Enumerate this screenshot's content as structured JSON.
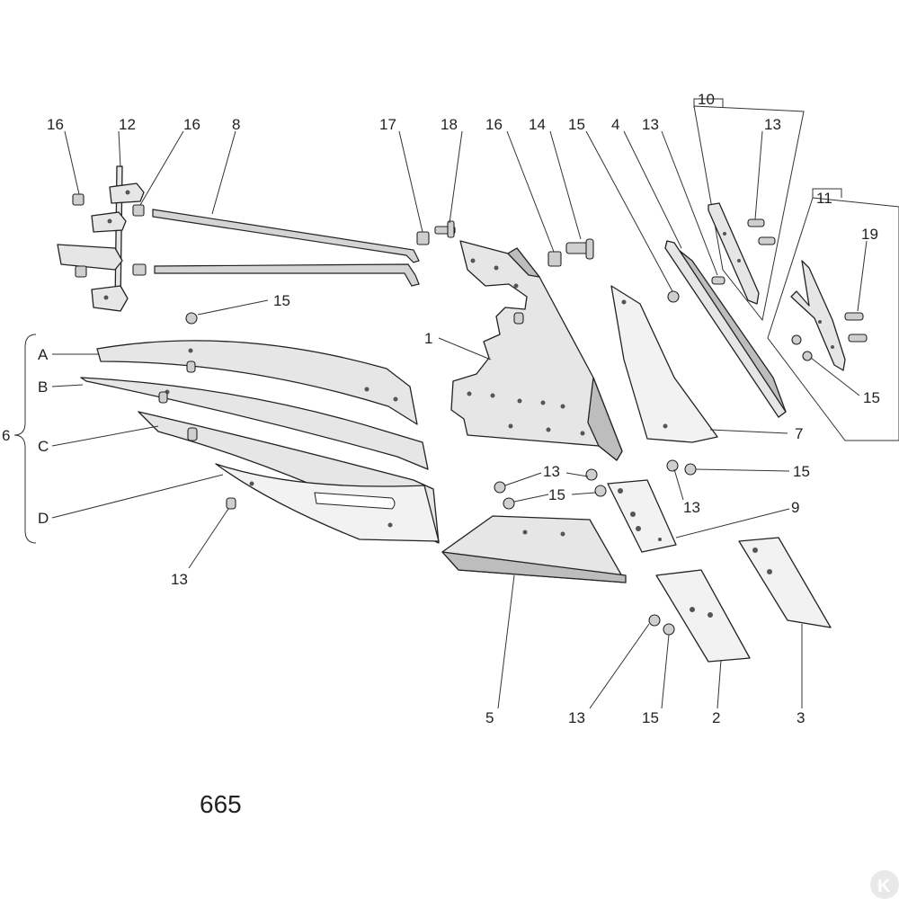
{
  "page_number": "665",
  "group_labels": {
    "set_6": "6",
    "kit_10": "10",
    "kit_11": "11"
  },
  "callouts": {
    "c16_top_left": "16",
    "c12": "12",
    "c16_top_mid": "16",
    "c8": "8",
    "c17": "17",
    "c18": "18",
    "c16_right": "16",
    "c14": "14",
    "c15_top": "15",
    "c4": "4",
    "c13_top": "13",
    "c13_kit10": "13",
    "c15_upper_left": "15",
    "c1": "1",
    "c19": "19",
    "c15_kit11": "15",
    "c7": "7",
    "cA": "A",
    "cB": "B",
    "cC": "C",
    "cD": "D",
    "c13_mid": "13",
    "c15_mid": "15",
    "c15_right": "15",
    "c13_right": "13",
    "c9": "9",
    "c13_lower_left": "13",
    "c5": "5",
    "c13_bottom": "13",
    "c15_bottom": "15",
    "c2": "2",
    "c3": "3"
  },
  "watermark": {
    "brand": "K"
  }
}
